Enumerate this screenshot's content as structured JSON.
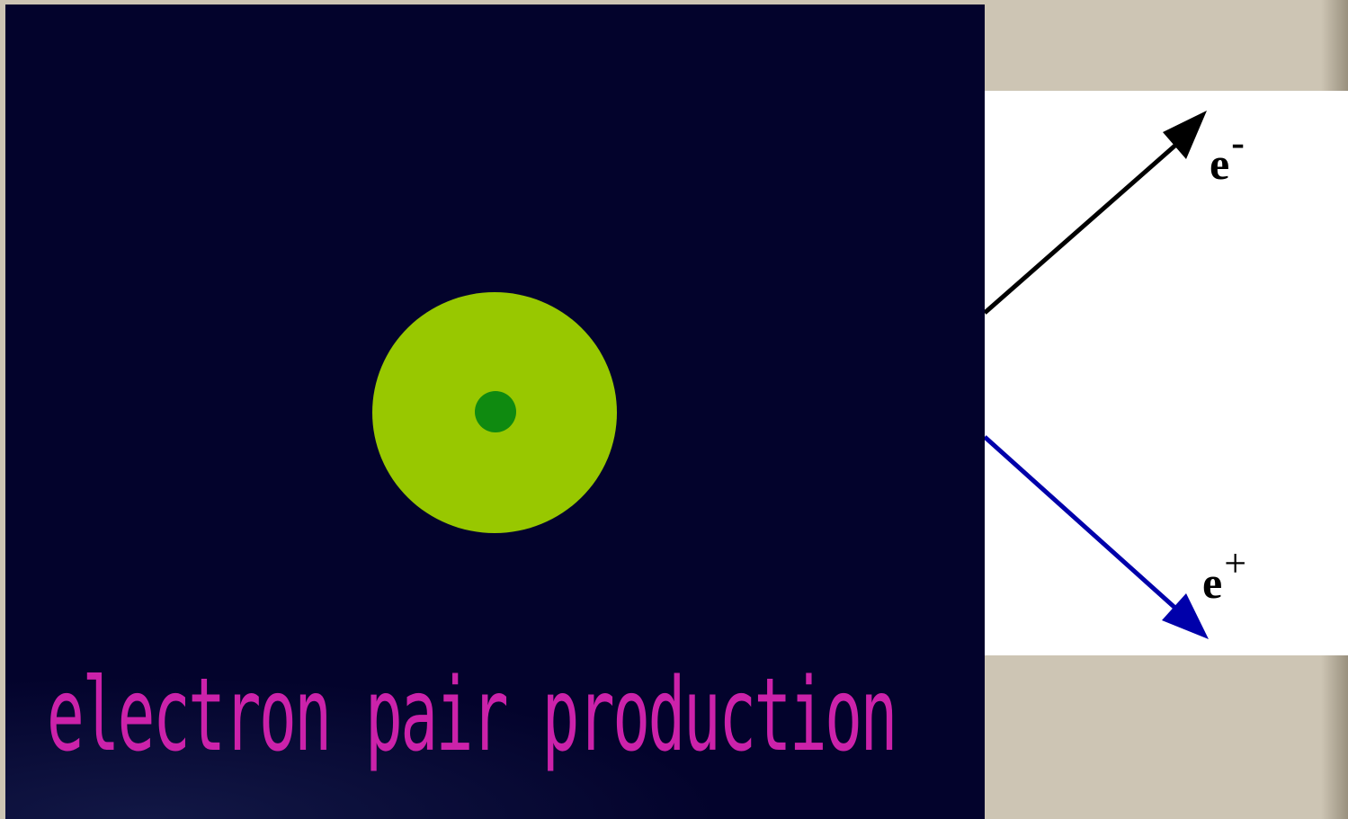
{
  "animation": {
    "caption": "electron pair production",
    "colors": {
      "background": "#03032c",
      "shell": "#98c800",
      "nucleus": "#0f8a10",
      "caption": "#cc22aa"
    }
  },
  "diagram": {
    "electron": {
      "symbol": "e",
      "charge": "-",
      "arrow_color": "#000000"
    },
    "positron": {
      "symbol": "e",
      "charge": "+",
      "arrow_color": "#0000aa"
    }
  }
}
